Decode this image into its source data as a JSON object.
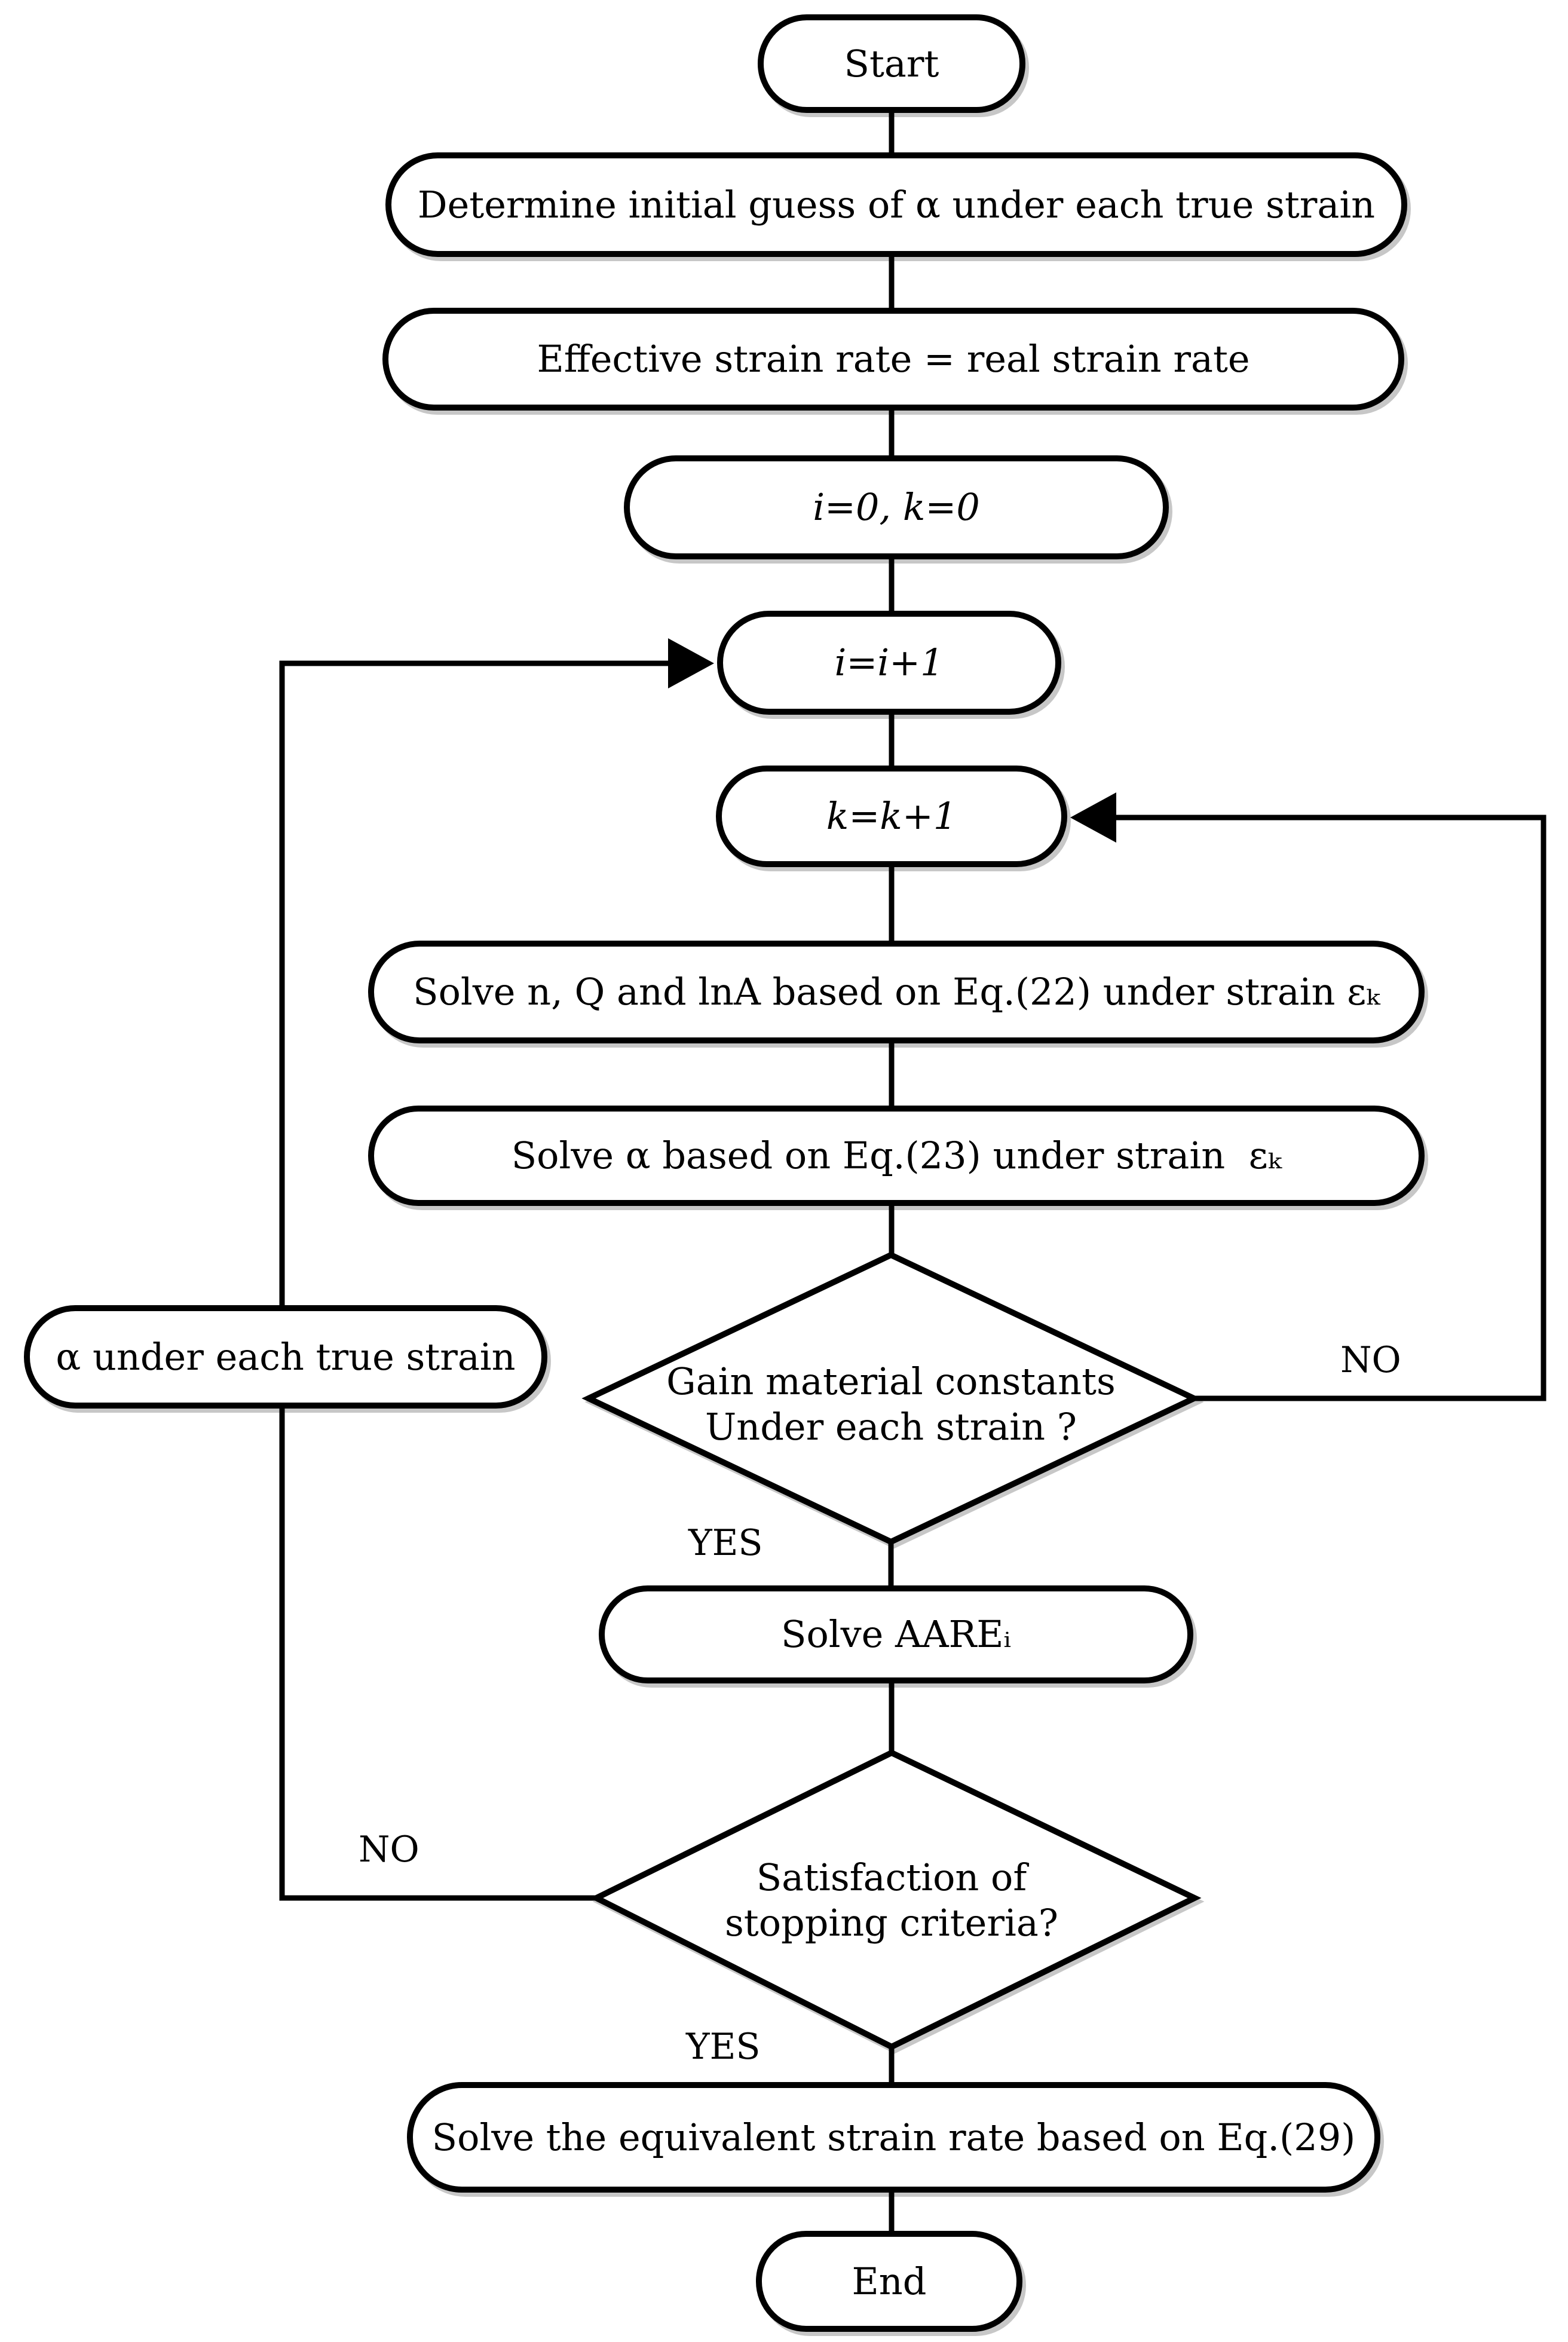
{
  "colors": {
    "background": "#ffffff",
    "stroke": "#000000",
    "node_fill": "#ffffff"
  },
  "nodes": {
    "start": {
      "label": "Start"
    },
    "initial_guess": {
      "label": "Determine initial guess of α under each true strain"
    },
    "effective_rate": {
      "label": "Effective strain rate = real strain rate"
    },
    "init_counters": {
      "label": "i=0, k=0"
    },
    "increment_i": {
      "label": "i=i+1"
    },
    "increment_k": {
      "label": "k=k+1"
    },
    "solve_nqlna": {
      "label": "Solve n, Q and lnA based on Eq.(22) under strain εₖ"
    },
    "solve_alpha": {
      "label": "Solve α based on Eq.(23) under strain  εₖ"
    },
    "decision_gain_constants": {
      "line1": "Gain material constants",
      "line2": "Under each strain ?"
    },
    "solve_aare": {
      "label": "Solve AAREᵢ"
    },
    "decision_stopping": {
      "line1": "Satisfaction of",
      "line2": "stopping criteria?"
    },
    "solve_equivalent": {
      "label": "Solve the equivalent strain rate based on Eq.(29)"
    },
    "end": {
      "label": "End"
    },
    "alpha_output": {
      "label": "α under each true strain"
    }
  },
  "edge_labels": {
    "no_right": "NO",
    "yes_gain": "YES",
    "no_left": "NO",
    "yes_stopping": "YES"
  }
}
